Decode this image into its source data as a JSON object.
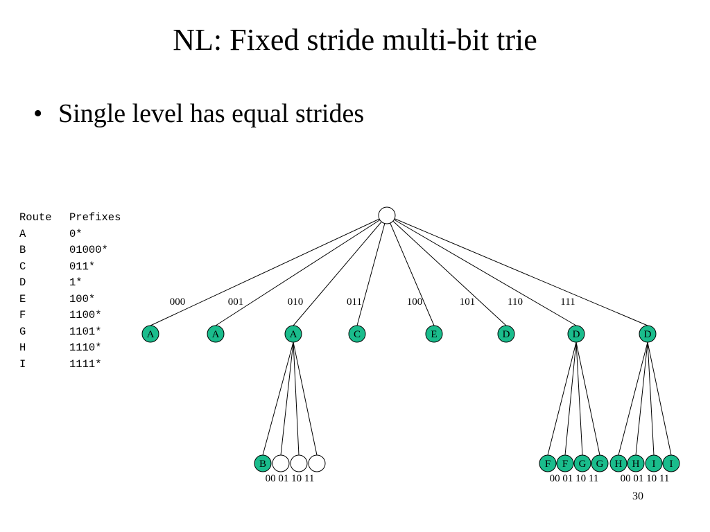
{
  "slide": {
    "title": "NL: Fixed stride multi-bit trie",
    "bullet": "Single level has equal strides",
    "slide_number": "30"
  },
  "route_table": {
    "header_key": "Route",
    "header_value": "Prefixes",
    "rows": [
      {
        "route": "A",
        "prefix": "0*"
      },
      {
        "route": "B",
        "prefix": "01000*"
      },
      {
        "route": "C",
        "prefix": "011*"
      },
      {
        "route": "D",
        "prefix": "1*"
      },
      {
        "route": "E",
        "prefix": "100*"
      },
      {
        "route": "F",
        "prefix": "1100*"
      },
      {
        "route": "G",
        "prefix": "1101*"
      },
      {
        "route": "H",
        "prefix": "1110*"
      },
      {
        "route": "I",
        "prefix": "1111*"
      }
    ]
  },
  "trie": {
    "node_fill": "#1abc8c",
    "root_label": "",
    "level1": {
      "edge_labels": [
        "000",
        "001",
        "010",
        "011",
        "100",
        "101",
        "110",
        "111"
      ],
      "nodes": [
        "A",
        "A",
        "A",
        "C",
        "E",
        "D",
        "D",
        "D"
      ]
    },
    "level2_left": {
      "parent_index": 2,
      "nodes": [
        "B",
        "",
        "",
        ""
      ],
      "bottom_labels": "00 01 10 11"
    },
    "level2_right_a": {
      "parent_index": 6,
      "nodes": [
        "F",
        "F",
        "G",
        "G"
      ],
      "bottom_labels": "00 01 10 11"
    },
    "level2_right_b": {
      "parent_index": 7,
      "nodes": [
        "H",
        "H",
        "I",
        "I"
      ],
      "bottom_labels": "00 01 10 11"
    }
  }
}
